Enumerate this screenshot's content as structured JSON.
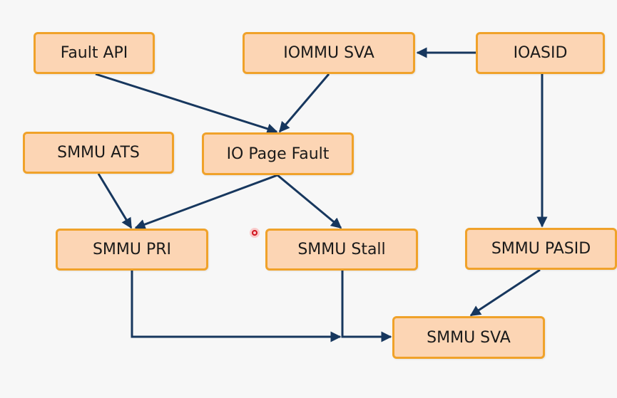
{
  "diagram": {
    "nodes": [
      {
        "id": "fault-api",
        "label": "Fault API"
      },
      {
        "id": "iommu-sva",
        "label": "IOMMU SVA"
      },
      {
        "id": "ioasid",
        "label": "IOASID"
      },
      {
        "id": "smmu-ats",
        "label": "SMMU ATS"
      },
      {
        "id": "io-page-fault",
        "label": "IO Page Fault"
      },
      {
        "id": "smmu-pri",
        "label": "SMMU PRI"
      },
      {
        "id": "smmu-stall",
        "label": "SMMU Stall"
      },
      {
        "id": "smmu-pasid",
        "label": "SMMU PASID"
      },
      {
        "id": "smmu-sva",
        "label": "SMMU SVA"
      }
    ],
    "edges": [
      {
        "from": "ioasid",
        "to": "iommu-sva"
      },
      {
        "from": "fault-api",
        "to": "io-page-fault"
      },
      {
        "from": "iommu-sva",
        "to": "io-page-fault"
      },
      {
        "from": "smmu-ats",
        "to": "smmu-pri"
      },
      {
        "from": "io-page-fault",
        "to": "smmu-pri"
      },
      {
        "from": "io-page-fault",
        "to": "smmu-stall"
      },
      {
        "from": "ioasid",
        "to": "smmu-pasid"
      },
      {
        "from": "smmu-pasid",
        "to": "smmu-sva"
      },
      {
        "from": "smmu-pri",
        "to": "smmu-sva"
      },
      {
        "from": "smmu-stall",
        "to": "smmu-sva"
      }
    ],
    "colors": {
      "node_fill": "#fcd5b4",
      "node_border": "#f0a22a",
      "edge": "#17375e",
      "background": "#f7f7f7"
    }
  }
}
